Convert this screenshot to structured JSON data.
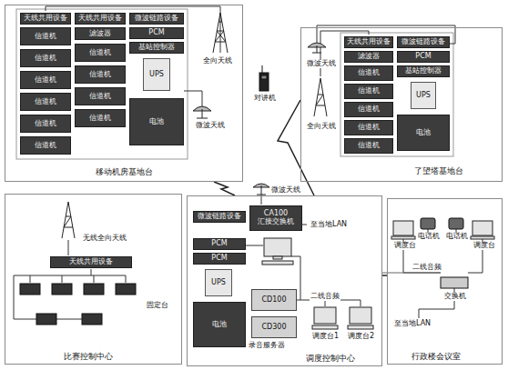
{
  "diagram": {
    "nodes": [
      {
        "text": [
          "移动机房基地台"
        ]
      },
      {
        "text": [
          "天线共用设备"
        ],
        "in": 0
      },
      {
        "text": [
          "信道机"
        ],
        "in": 0
      },
      {
        "text": [
          "信道机"
        ],
        "in": 0
      },
      {
        "text": [
          "信道机"
        ],
        "in": 0
      },
      {
        "text": [
          "信道机"
        ],
        "in": 0
      },
      {
        "text": [
          "信道机"
        ],
        "in": 0
      },
      {
        "text": [
          "信道机"
        ],
        "in": 0
      },
      {
        "text": [
          "天线共用设备"
        ],
        "in": 0
      },
      {
        "text": [
          "滤波器"
        ],
        "in": 0
      },
      {
        "text": [
          "信道机"
        ],
        "in": 0
      },
      {
        "text": [
          "信道机"
        ],
        "in": 0
      },
      {
        "text": [
          "信道机"
        ],
        "in": 0
      },
      {
        "text": [
          "信道机"
        ],
        "in": 0
      },
      {
        "text": [
          "微波链路设备"
        ],
        "in": 0
      },
      {
        "text": [
          "PCM"
        ],
        "in": 0
      },
      {
        "text": [
          "基站控制器"
        ],
        "in": 0
      },
      {
        "text": [
          "UPS"
        ],
        "in": 0
      },
      {
        "text": [
          "电池"
        ],
        "in": 0
      },
      {
        "text": [
          "了望塔基地台"
        ]
      },
      {
        "text": [
          "天线共用设备"
        ],
        "in": 19
      },
      {
        "text": [
          "滤波器"
        ],
        "in": 19
      },
      {
        "text": [
          "信道机"
        ],
        "in": 19
      },
      {
        "text": [
          "信道机"
        ],
        "in": 19
      },
      {
        "text": [
          "信道机"
        ],
        "in": 19
      },
      {
        "text": [
          "信道机"
        ],
        "in": 19
      },
      {
        "text": [
          "信道机"
        ],
        "in": 19
      },
      {
        "text": [
          "微波链路设备"
        ],
        "in": 19
      },
      {
        "text": [
          "PCM"
        ],
        "in": 19
      },
      {
        "text": [
          "基站控制器"
        ],
        "in": 19
      },
      {
        "text": [
          "UPS"
        ],
        "in": 19
      },
      {
        "text": [
          "电池"
        ],
        "in": 19
      },
      {
        "text": [
          "比赛控制中心"
        ]
      },
      {
        "text": [
          "天线共用设备"
        ],
        "in": 32
      },
      {
        "text": [
          "调度控制中心"
        ]
      },
      {
        "text": [
          "微波链路设备"
        ],
        "in": 34
      },
      {
        "text": [
          "CA100",
          "汇接交换机"
        ],
        "in": 34
      },
      {
        "text": [
          "PCM"
        ],
        "in": 34
      },
      {
        "text": [
          "PCM"
        ],
        "in": 34
      },
      {
        "text": [
          "UPS"
        ],
        "in": 34
      },
      {
        "text": [
          "电池"
        ],
        "in": 34
      },
      {
        "text": [
          "CD100"
        ],
        "in": 34
      },
      {
        "text": [
          "CD300"
        ],
        "in": 34
      },
      {
        "text": [
          "行政楼会议室"
        ]
      }
    ],
    "edges": [
      {
        "from": 0,
        "to": 34,
        "arrow": "none"
      },
      {
        "from": 19,
        "to": 34,
        "arrow": "none"
      },
      {
        "from": 34,
        "to": 43,
        "arrow": "none"
      }
    ],
    "labels": [
      "全向天线",
      "微波天线",
      "对讲机",
      "微波天线",
      "全向天线",
      "无线全向天线",
      "固定台",
      "微波天线",
      "至当地LAN",
      "二线音频",
      "录音服务器",
      "调度台1",
      "调度台2",
      "调度台",
      "电话机",
      "电话机",
      "调度台",
      "二线音频",
      "交换机",
      "至当地LAN"
    ]
  }
}
